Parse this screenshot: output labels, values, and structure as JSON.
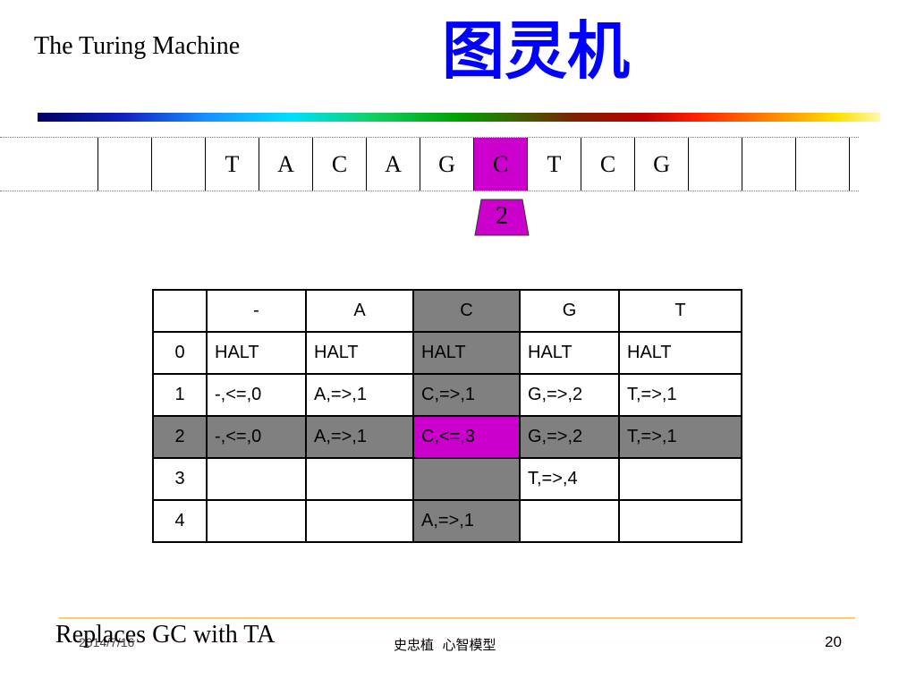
{
  "slide": {
    "title_en": "The Turing Machine",
    "title_cn": "图灵机",
    "caption": "Replaces GC with TA",
    "footer_date": "2014/7/16",
    "footer_center": "史忠植  心智模型",
    "page_number": "20"
  },
  "colors": {
    "title_cn": "#0000ff",
    "highlight": "#cc00cc",
    "shade": "#808080",
    "footer_rule": "#ffcc66"
  },
  "tape": {
    "cells": [
      "",
      "",
      "",
      "T",
      "A",
      "C",
      "A",
      "G",
      "C",
      "T",
      "C",
      "G",
      "",
      "",
      ""
    ],
    "head_index": 8,
    "head_state": "2"
  },
  "transition_table": {
    "headers": [
      "",
      "-",
      "A",
      "C",
      "G",
      "T"
    ],
    "rows": [
      [
        "0",
        "HALT",
        "HALT",
        "HALT",
        "HALT",
        "HALT"
      ],
      [
        "1",
        "-,<=,0",
        "A,=>,1",
        "C,=>,1",
        "G,=>,2",
        "T,=>,1"
      ],
      [
        "2",
        "-,<=,0",
        "A,=>,1",
        "C,<=,3",
        "G,=>,2",
        "T,=>,1"
      ],
      [
        "3",
        "",
        "",
        "",
        "T,=>,4",
        ""
      ],
      [
        "4",
        "",
        "",
        "A,=>,1",
        "",
        ""
      ]
    ],
    "shaded_column": 3,
    "shaded_row": 2,
    "highlight_cell": [
      2,
      3
    ]
  }
}
